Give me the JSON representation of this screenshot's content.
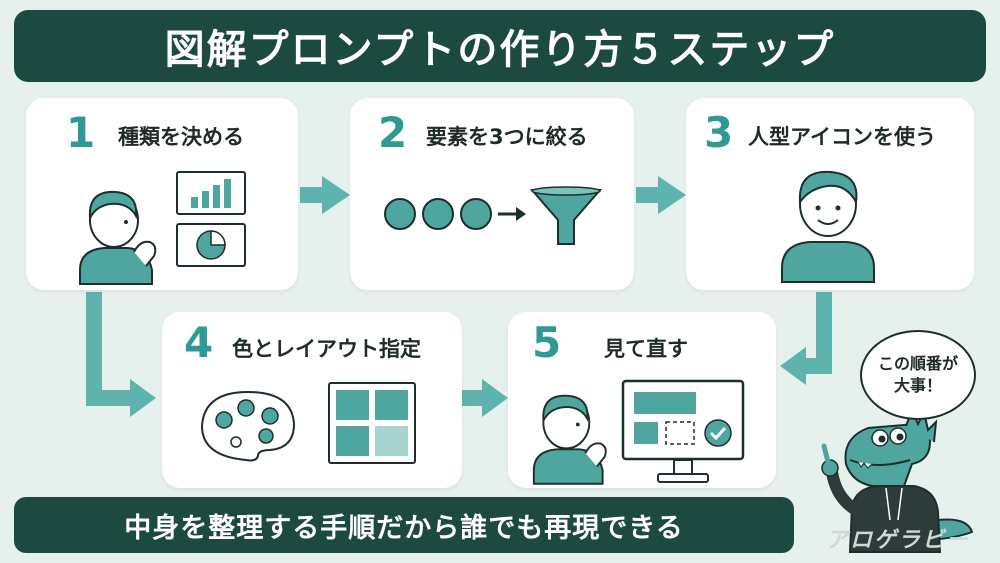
{
  "title": "図解プロンプトの作り方５ステップ",
  "steps": [
    {
      "number": "1",
      "label": "種類を決める"
    },
    {
      "number": "2",
      "label": "要素を3つに絞る"
    },
    {
      "number": "3",
      "label": "人型アイコンを使う"
    },
    {
      "number": "4",
      "label": "色とレイアウト指定"
    },
    {
      "number": "5",
      "label": "見て直す"
    }
  ],
  "bottom_message": "中身を整理する手順だから誰でも再現できる",
  "speech_bubble": {
    "line1": "この順番が",
    "line2": "大事！"
  },
  "watermark": "アロゲラビー",
  "colors": {
    "title_bg": "#1c4a41",
    "accent": "#2e9a93",
    "icon_fill": "#4fa69f",
    "arrow": "#5fb3ad",
    "page_bg": "#e6f1ee"
  }
}
